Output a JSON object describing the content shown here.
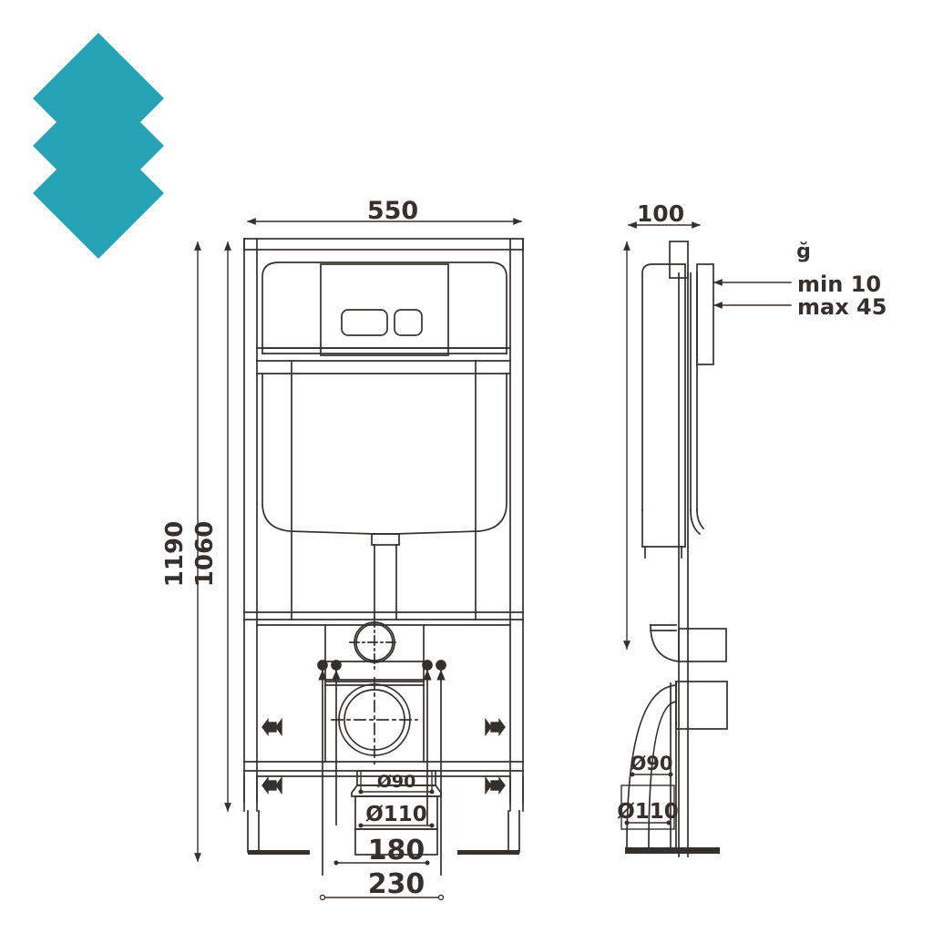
{
  "document": {
    "type": "technical-drawing",
    "subject": "Wall-hung toilet concealed cistern installation frame",
    "background_color": "#ffffff",
    "line_color": "#35302d"
  },
  "logo": {
    "name": "chevron-stack-logo",
    "color": "#26A3B4",
    "chevrons": 3
  },
  "views": {
    "front": {
      "label": "front-elevation",
      "dimensions": {
        "width": "550",
        "total_height": "1190",
        "frame_height": "1060",
        "waste_outlet": "Ø110",
        "inlet": "Ø90",
        "bolt_spacing_inner": "180",
        "bolt_spacing_outer": "230"
      }
    },
    "side": {
      "label": "side-elevation",
      "dimensions": {
        "depth": "100",
        "panel_min": "min 10",
        "panel_max": "max 45",
        "panel_marker": "ğ",
        "waste_outlet": "Ø110",
        "inlet": "Ø90"
      }
    }
  },
  "annotations": [
    {
      "id": "w550",
      "text": "550",
      "kind": "linear-dimension",
      "view": "front"
    },
    {
      "id": "h1190",
      "text": "1190",
      "kind": "linear-dimension",
      "view": "front",
      "orientation": "vertical"
    },
    {
      "id": "h1060",
      "text": "1060",
      "kind": "linear-dimension",
      "view": "front",
      "orientation": "vertical"
    },
    {
      "id": "d100",
      "text": "100",
      "kind": "linear-dimension",
      "view": "side"
    },
    {
      "id": "min10",
      "text": "min 10",
      "kind": "leader-note",
      "view": "side"
    },
    {
      "id": "max45",
      "text": "max 45",
      "kind": "leader-note",
      "view": "side"
    },
    {
      "id": "glyph",
      "text": "ğ",
      "kind": "leader-note",
      "view": "side"
    },
    {
      "id": "d90front",
      "text": "Ø90",
      "kind": "diameter",
      "view": "front"
    },
    {
      "id": "d110front",
      "text": "Ø110",
      "kind": "diameter",
      "view": "front"
    },
    {
      "id": "b180",
      "text": "180",
      "kind": "linear-dimension",
      "view": "front"
    },
    {
      "id": "b230",
      "text": "230",
      "kind": "linear-dimension",
      "view": "front"
    },
    {
      "id": "d90side",
      "text": "Ø90",
      "kind": "diameter",
      "view": "side"
    },
    {
      "id": "d110side",
      "text": "Ø110",
      "kind": "diameter",
      "view": "side"
    }
  ]
}
